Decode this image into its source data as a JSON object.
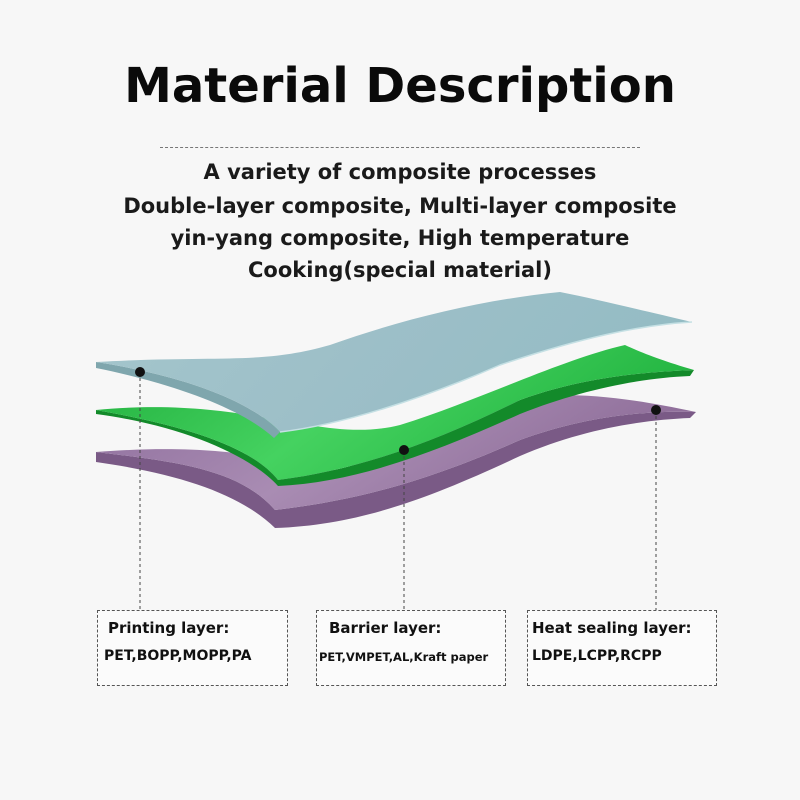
{
  "header": {
    "title": "Material Description",
    "lines": [
      "A variety of composite processes",
      "Double-layer composite, Multi-layer composite",
      "yin-yang composite, High temperature",
      "Cooking(special material)"
    ]
  },
  "layers": [
    {
      "label": "Printing layer:",
      "materials": "PET,BOPP,MOPP,PA",
      "color": "#9ec3c9"
    },
    {
      "label": "Barrier layer:",
      "materials": "PET,VMPET,AL,Kraft paper",
      "color": "#2fbf4a"
    },
    {
      "label": "Heat sealing layer:",
      "materials": "LDPE,LCPP,RCPP",
      "color": "#9c7fa6"
    }
  ]
}
